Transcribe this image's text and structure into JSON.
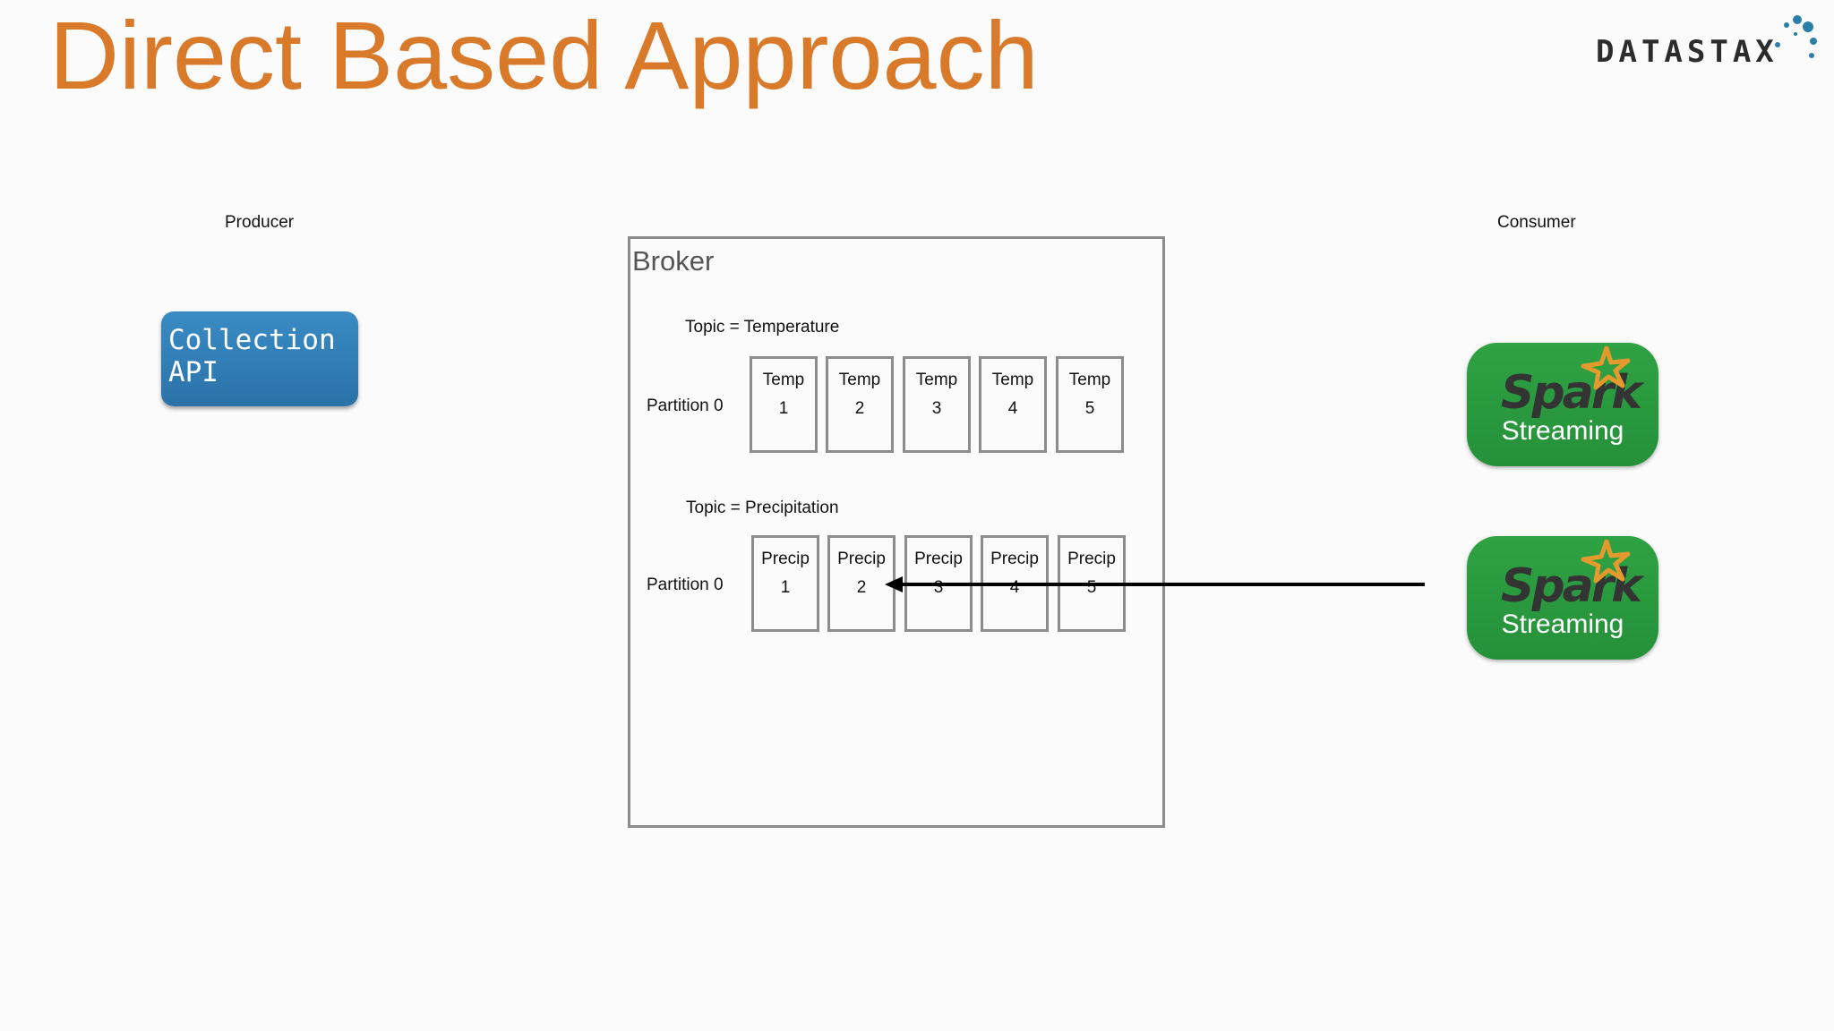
{
  "title": "Direct Based Approach",
  "logo": {
    "text": "DATASTAX"
  },
  "producer": {
    "label": "Producer",
    "box_lines": "Collection\nAPI"
  },
  "consumer": {
    "label": "Consumer"
  },
  "broker": {
    "label": "Broker",
    "topics": [
      {
        "title": "Topic = Temperature",
        "partition": "Partition 0",
        "cells": [
          [
            "Temp",
            "1"
          ],
          [
            "Temp",
            "2"
          ],
          [
            "Temp",
            "3"
          ],
          [
            "Temp",
            "4"
          ],
          [
            "Temp",
            "5"
          ]
        ]
      },
      {
        "title": "Topic = Precipitation",
        "partition": "Partition 0",
        "cells": [
          [
            "Precip",
            "1"
          ],
          [
            "Precip",
            "2"
          ],
          [
            "Precip",
            "3"
          ],
          [
            "Precip",
            "4"
          ],
          [
            "Precip",
            "5"
          ]
        ]
      }
    ]
  },
  "consumers": [
    {
      "word": "Spark",
      "sub": "Streaming"
    },
    {
      "word": "Spark",
      "sub": "Streaming"
    }
  ],
  "colors": {
    "title": "#d9792a",
    "collection": "#2f7db5",
    "spark": "#2b9a3f",
    "spark_star": "#e49a2c"
  }
}
